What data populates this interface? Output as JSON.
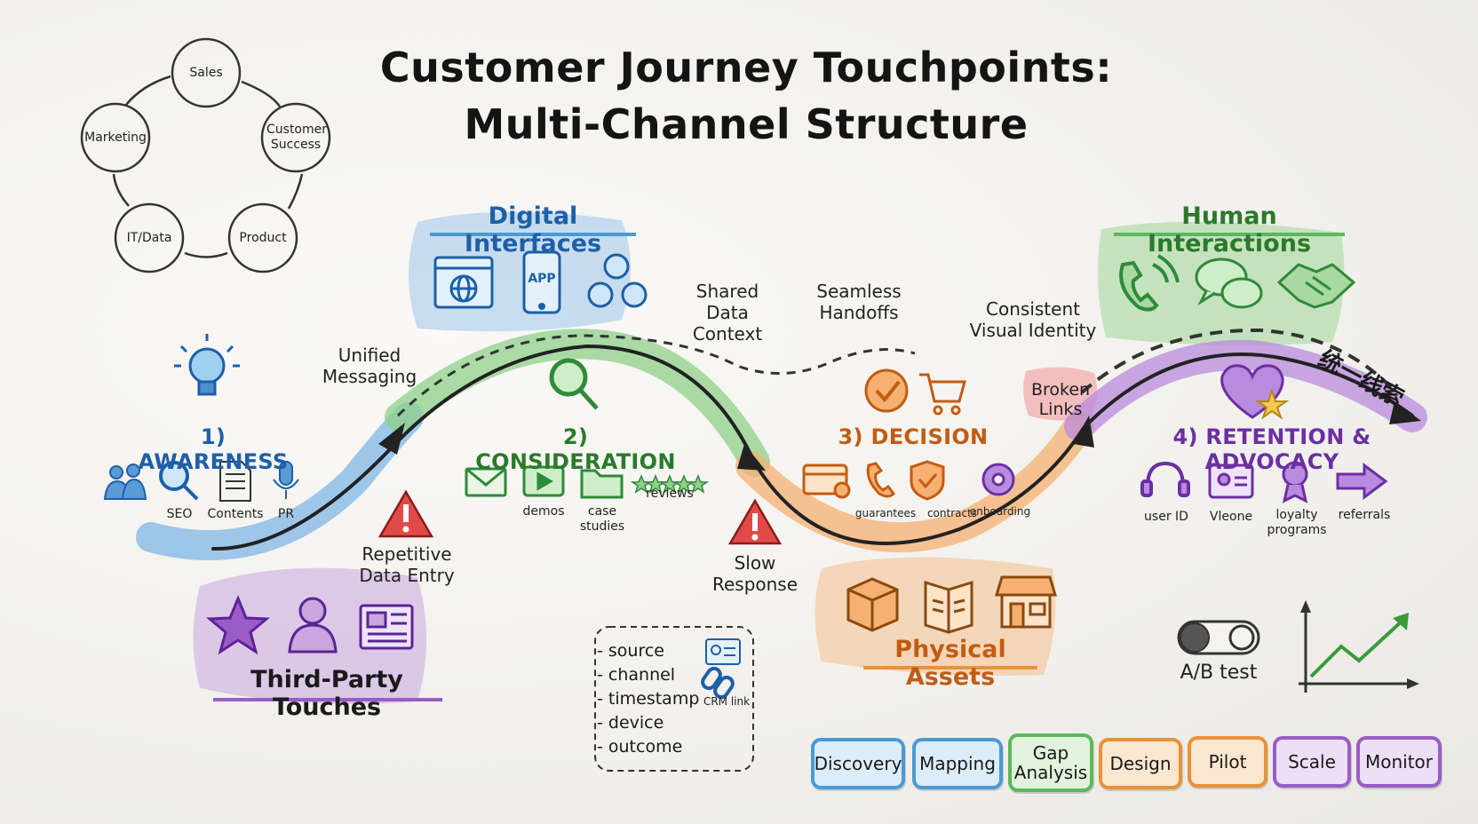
{
  "title": {
    "line1": "Customer Journey Touchpoints:",
    "line2": "Multi-Channel Structure"
  },
  "cycle": {
    "items": [
      "Sales",
      "Customer Success",
      "Product",
      "IT/Data",
      "Marketing"
    ]
  },
  "notes": {
    "unified_messaging": "Unified Messaging",
    "shared_data_context": "Shared Data Context",
    "seamless_handoffs": "Seamless Handoffs",
    "consistent_visual_identity": "Consistent Visual Identity",
    "chinese_note": "统一线索"
  },
  "pain_points": {
    "repetitive_data_entry": "Repetitive Data Entry",
    "slow_response": "Slow Response",
    "broken_links": "Broken Links"
  },
  "groups": {
    "digital": "Digital Interfaces",
    "human": "Human Interactions",
    "third_party": "Third-Party Touches",
    "physical": "Physical Assets"
  },
  "stages": [
    {
      "label": "1) AWARENESS",
      "color": "#2a6db5",
      "items": [
        "SEO",
        "Contents",
        "PR"
      ]
    },
    {
      "label": "2) CONSIDERATION",
      "color": "#2f8a3a",
      "items": [
        "demos",
        "case studies",
        "reviews"
      ]
    },
    {
      "label": "3) DECISION",
      "color": "#d4701c",
      "items": [
        "guarantees",
        "contracts",
        "onboarding"
      ]
    },
    {
      "label": "4) RETENTION & ADVOCACY",
      "color": "#7a3bb0",
      "items": [
        "user ID",
        "Vleone",
        "loyalty programs",
        "referrals"
      ]
    }
  ],
  "data_fields": {
    "items": [
      "- source",
      "- channel",
      "- timestamp",
      "- device",
      "- outcome"
    ],
    "crm_link": "CRM link"
  },
  "ab_test": "A/B test",
  "phases": [
    {
      "label": "Discovery",
      "color": "#4a9ad6"
    },
    {
      "label": "Mapping",
      "color": "#4a9ad6"
    },
    {
      "label": "Gap Analysis",
      "color": "#5cb85c"
    },
    {
      "label": "Design",
      "color": "#e8923a"
    },
    {
      "label": "Pilot",
      "color": "#e8923a"
    },
    {
      "label": "Scale",
      "color": "#9a5cc6"
    },
    {
      "label": "Monitor",
      "color": "#9a5cc6"
    }
  ],
  "colors": {
    "blue": "#4a9ad6",
    "green": "#5cb85c",
    "orange": "#e8923a",
    "purple": "#9a5cc6",
    "red": "#d93a3a"
  },
  "icons": [
    "lightbulb-icon",
    "people-icon",
    "search-icon",
    "document-icon",
    "microphone-icon",
    "browser-globe-icon",
    "mobile-app-icon",
    "network-users-icon",
    "magnifier-icon",
    "envelope-icon",
    "video-play-icon",
    "folder-icon",
    "stars-icon",
    "checkmark-icon",
    "cart-icon",
    "credit-card-icon",
    "phone-icon",
    "shield-icon",
    "gear-icon",
    "headset-icon",
    "id-card-icon",
    "award-ribbon-icon",
    "arrow-right-icon",
    "chat-bubbles-icon",
    "handshake-icon",
    "heart-star-icon",
    "warning-icon",
    "star-icon",
    "person-icon",
    "newspaper-icon",
    "box-icon",
    "book-icon",
    "storefront-icon",
    "toggle-icon",
    "trend-chart-icon",
    "chain-link-icon"
  ]
}
